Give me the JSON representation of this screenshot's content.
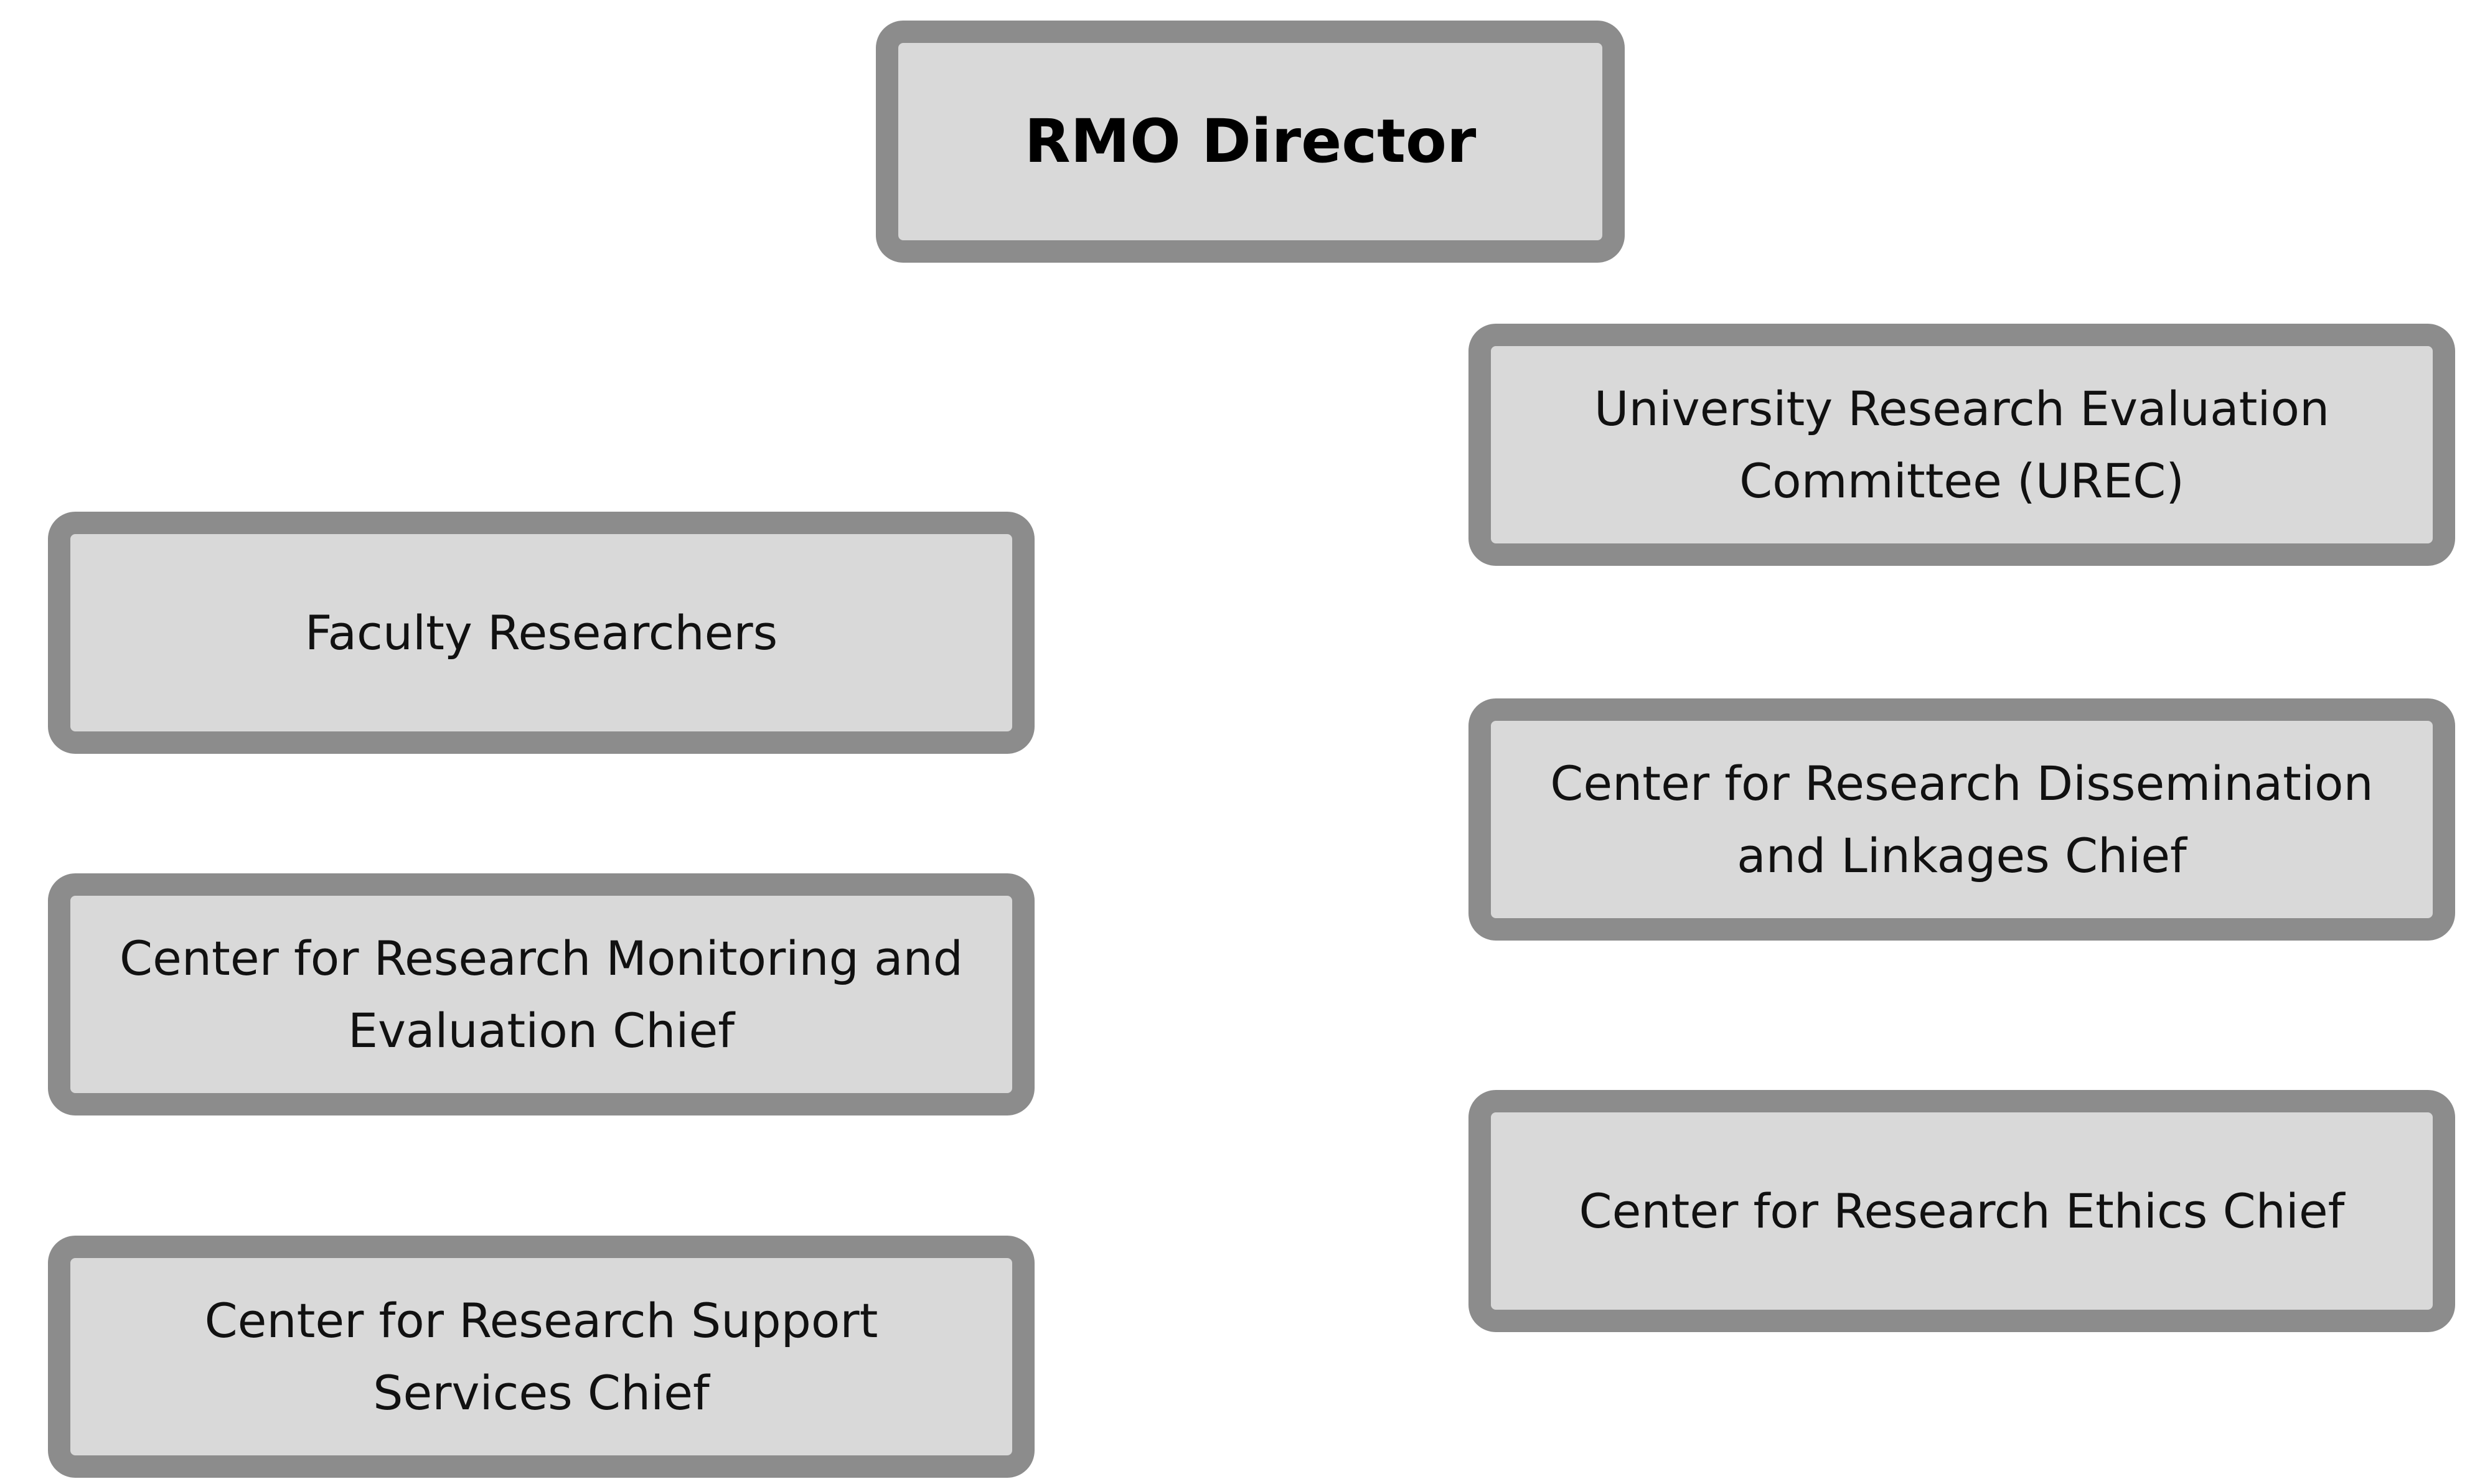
{
  "org_chart": {
    "director": "RMO Director",
    "left_column": [
      "Faculty Researchers",
      "Center for Research Monitoring and Evaluation Chief",
      "Center for Research Support Services Chief"
    ],
    "right_column": [
      "University Research Evaluation Committee (UREC)",
      "Center for Research Dissemination and Linkages Chief",
      "Center for Research Ethics Chief"
    ]
  },
  "colors": {
    "box_fill": "#d9d9d9",
    "box_border": "#8c8c8c",
    "text": "#111111"
  }
}
